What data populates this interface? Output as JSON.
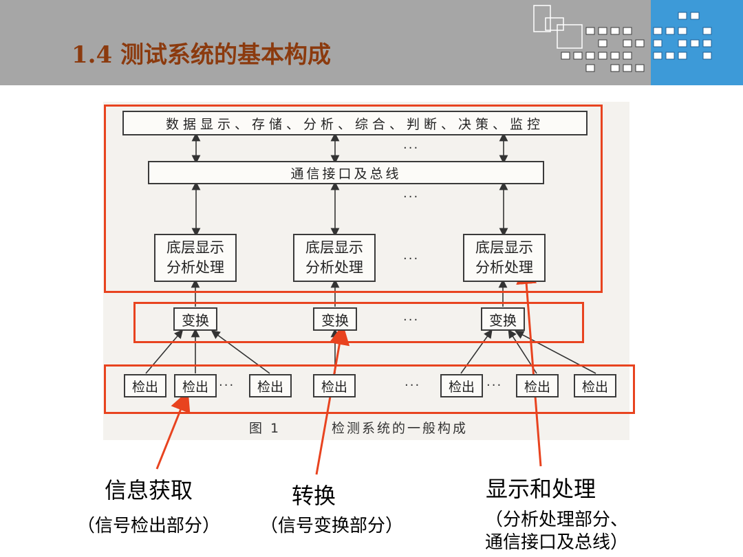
{
  "slide": {
    "title": "1.4 测试系统的基本构成"
  },
  "diagram": {
    "top_bar": "数据显示、存储、分析、综合、判断、决策、监控",
    "bus_bar": "通信接口及总线",
    "processing_line1": "底层显示",
    "processing_line2": "分析处理",
    "conversion": "变换",
    "detection": "检出",
    "ellipsis": "···",
    "caption_prefix": "图 1",
    "caption_text": "检测系统的一般构成"
  },
  "annotations": {
    "acquisition_title": "信息获取",
    "acquisition_sub": "（信号检出部分）",
    "conversion_title": "转换",
    "conversion_sub": "（信号变换部分）",
    "display_title": "显示和处理",
    "display_sub1": "（分析处理部分、",
    "display_sub2": "通信接口及总线）"
  },
  "colors": {
    "header_gray": "#a6a6a6",
    "accent_blue": "#3d9ad8",
    "title_brown": "#8b3a0e",
    "highlight_red": "#e8431f"
  }
}
